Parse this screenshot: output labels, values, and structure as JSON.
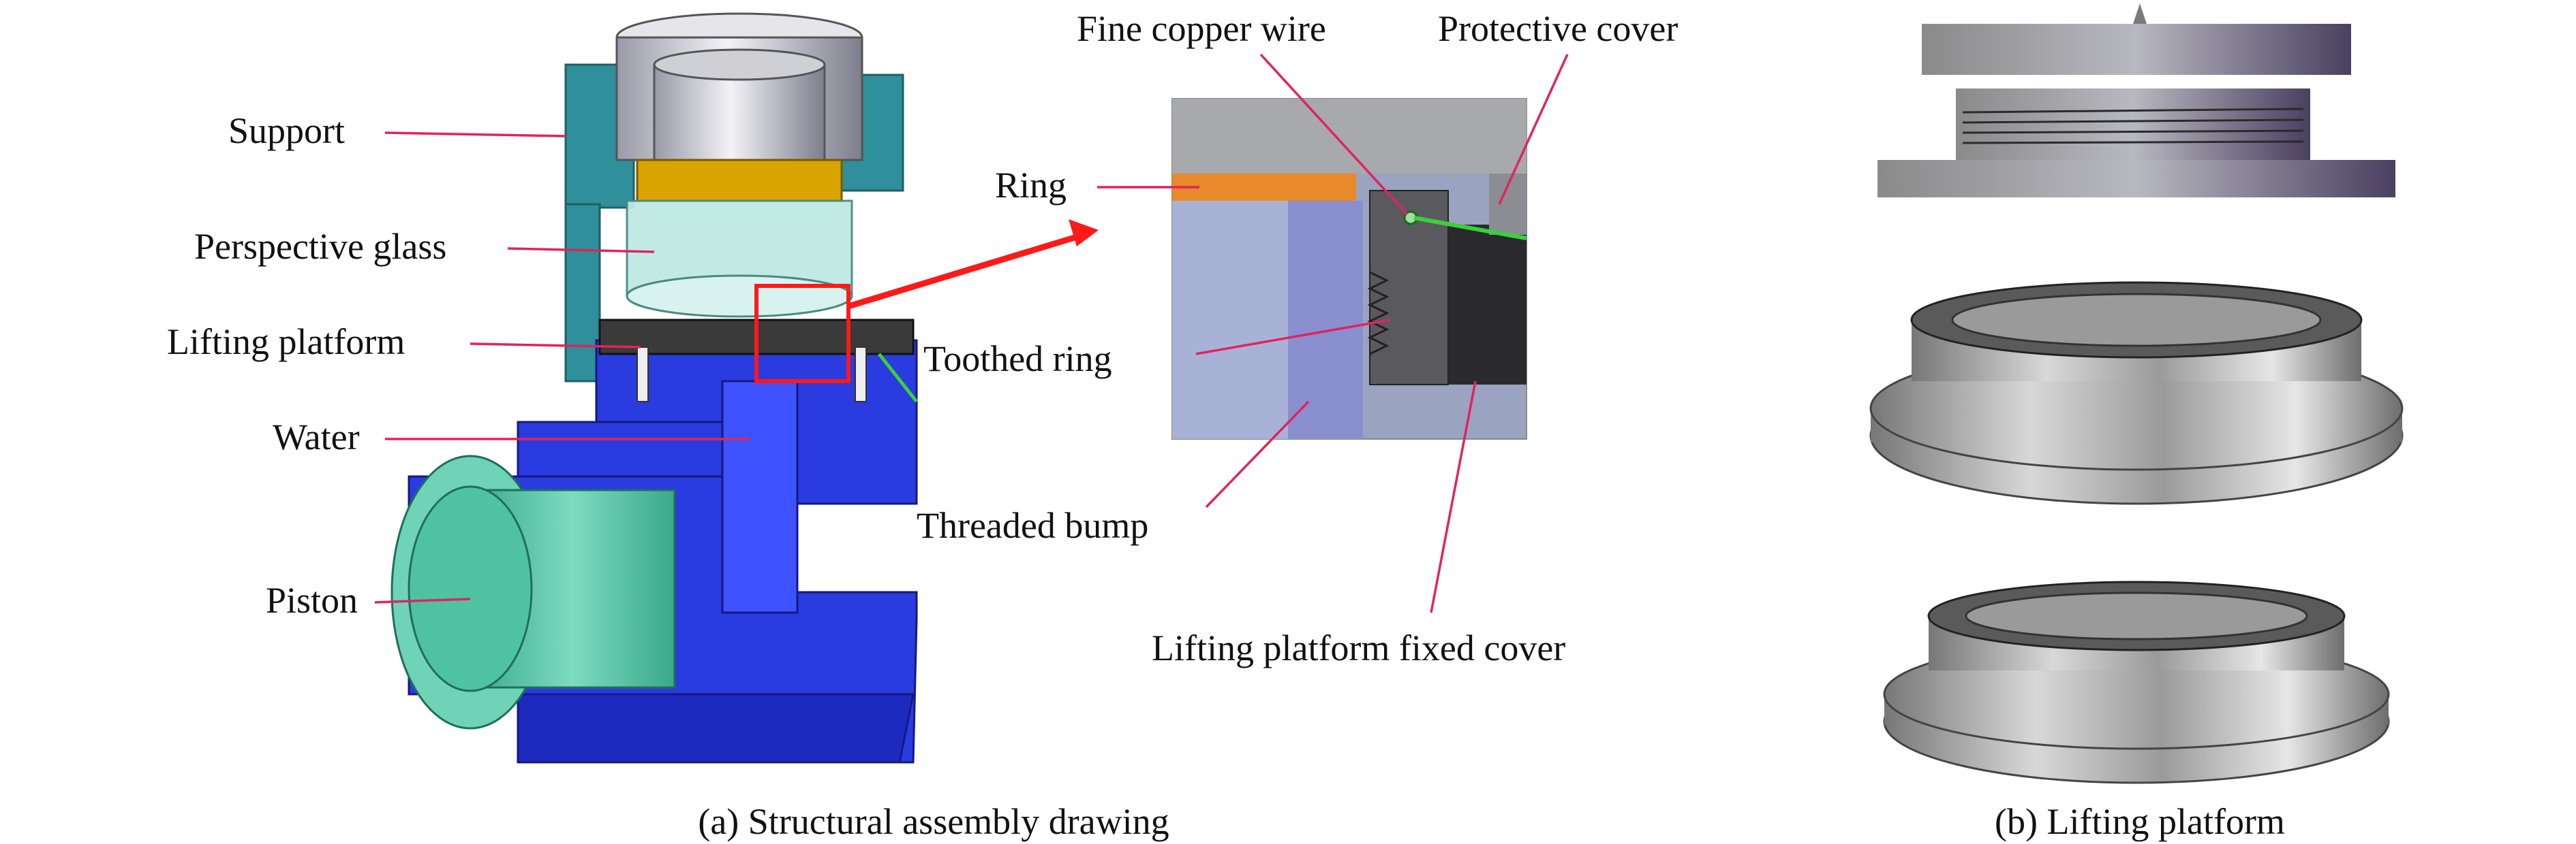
{
  "panel_a": {
    "caption": "(a) Structural assembly drawing",
    "labels": {
      "support": "Support",
      "perspective_glass": "Perspective glass",
      "lifting_platform": "Lifting platform",
      "water": "Water",
      "piston": "Piston"
    },
    "detail_labels": {
      "fine_copper_wire": "Fine copper wire",
      "protective_cover": "Protective cover",
      "ring": "Ring",
      "toothed_ring": "Toothed ring",
      "threaded_bump": "Threaded bump",
      "fixed_cover": "Lifting platform fixed cover"
    }
  },
  "panel_b": {
    "caption": "(b) Lifting platform"
  },
  "colors": {
    "body_blue": "#2a3be0",
    "piston_green": "#4fc3a1",
    "support_teal": "#2f8f9a",
    "glass": "#bfe9e3",
    "gold": "#d9a400",
    "highlight_red": "#ff1a1a",
    "leader": "#e0245e",
    "ring_orange": "#e8892b",
    "wire_green": "#3ad13a"
  }
}
